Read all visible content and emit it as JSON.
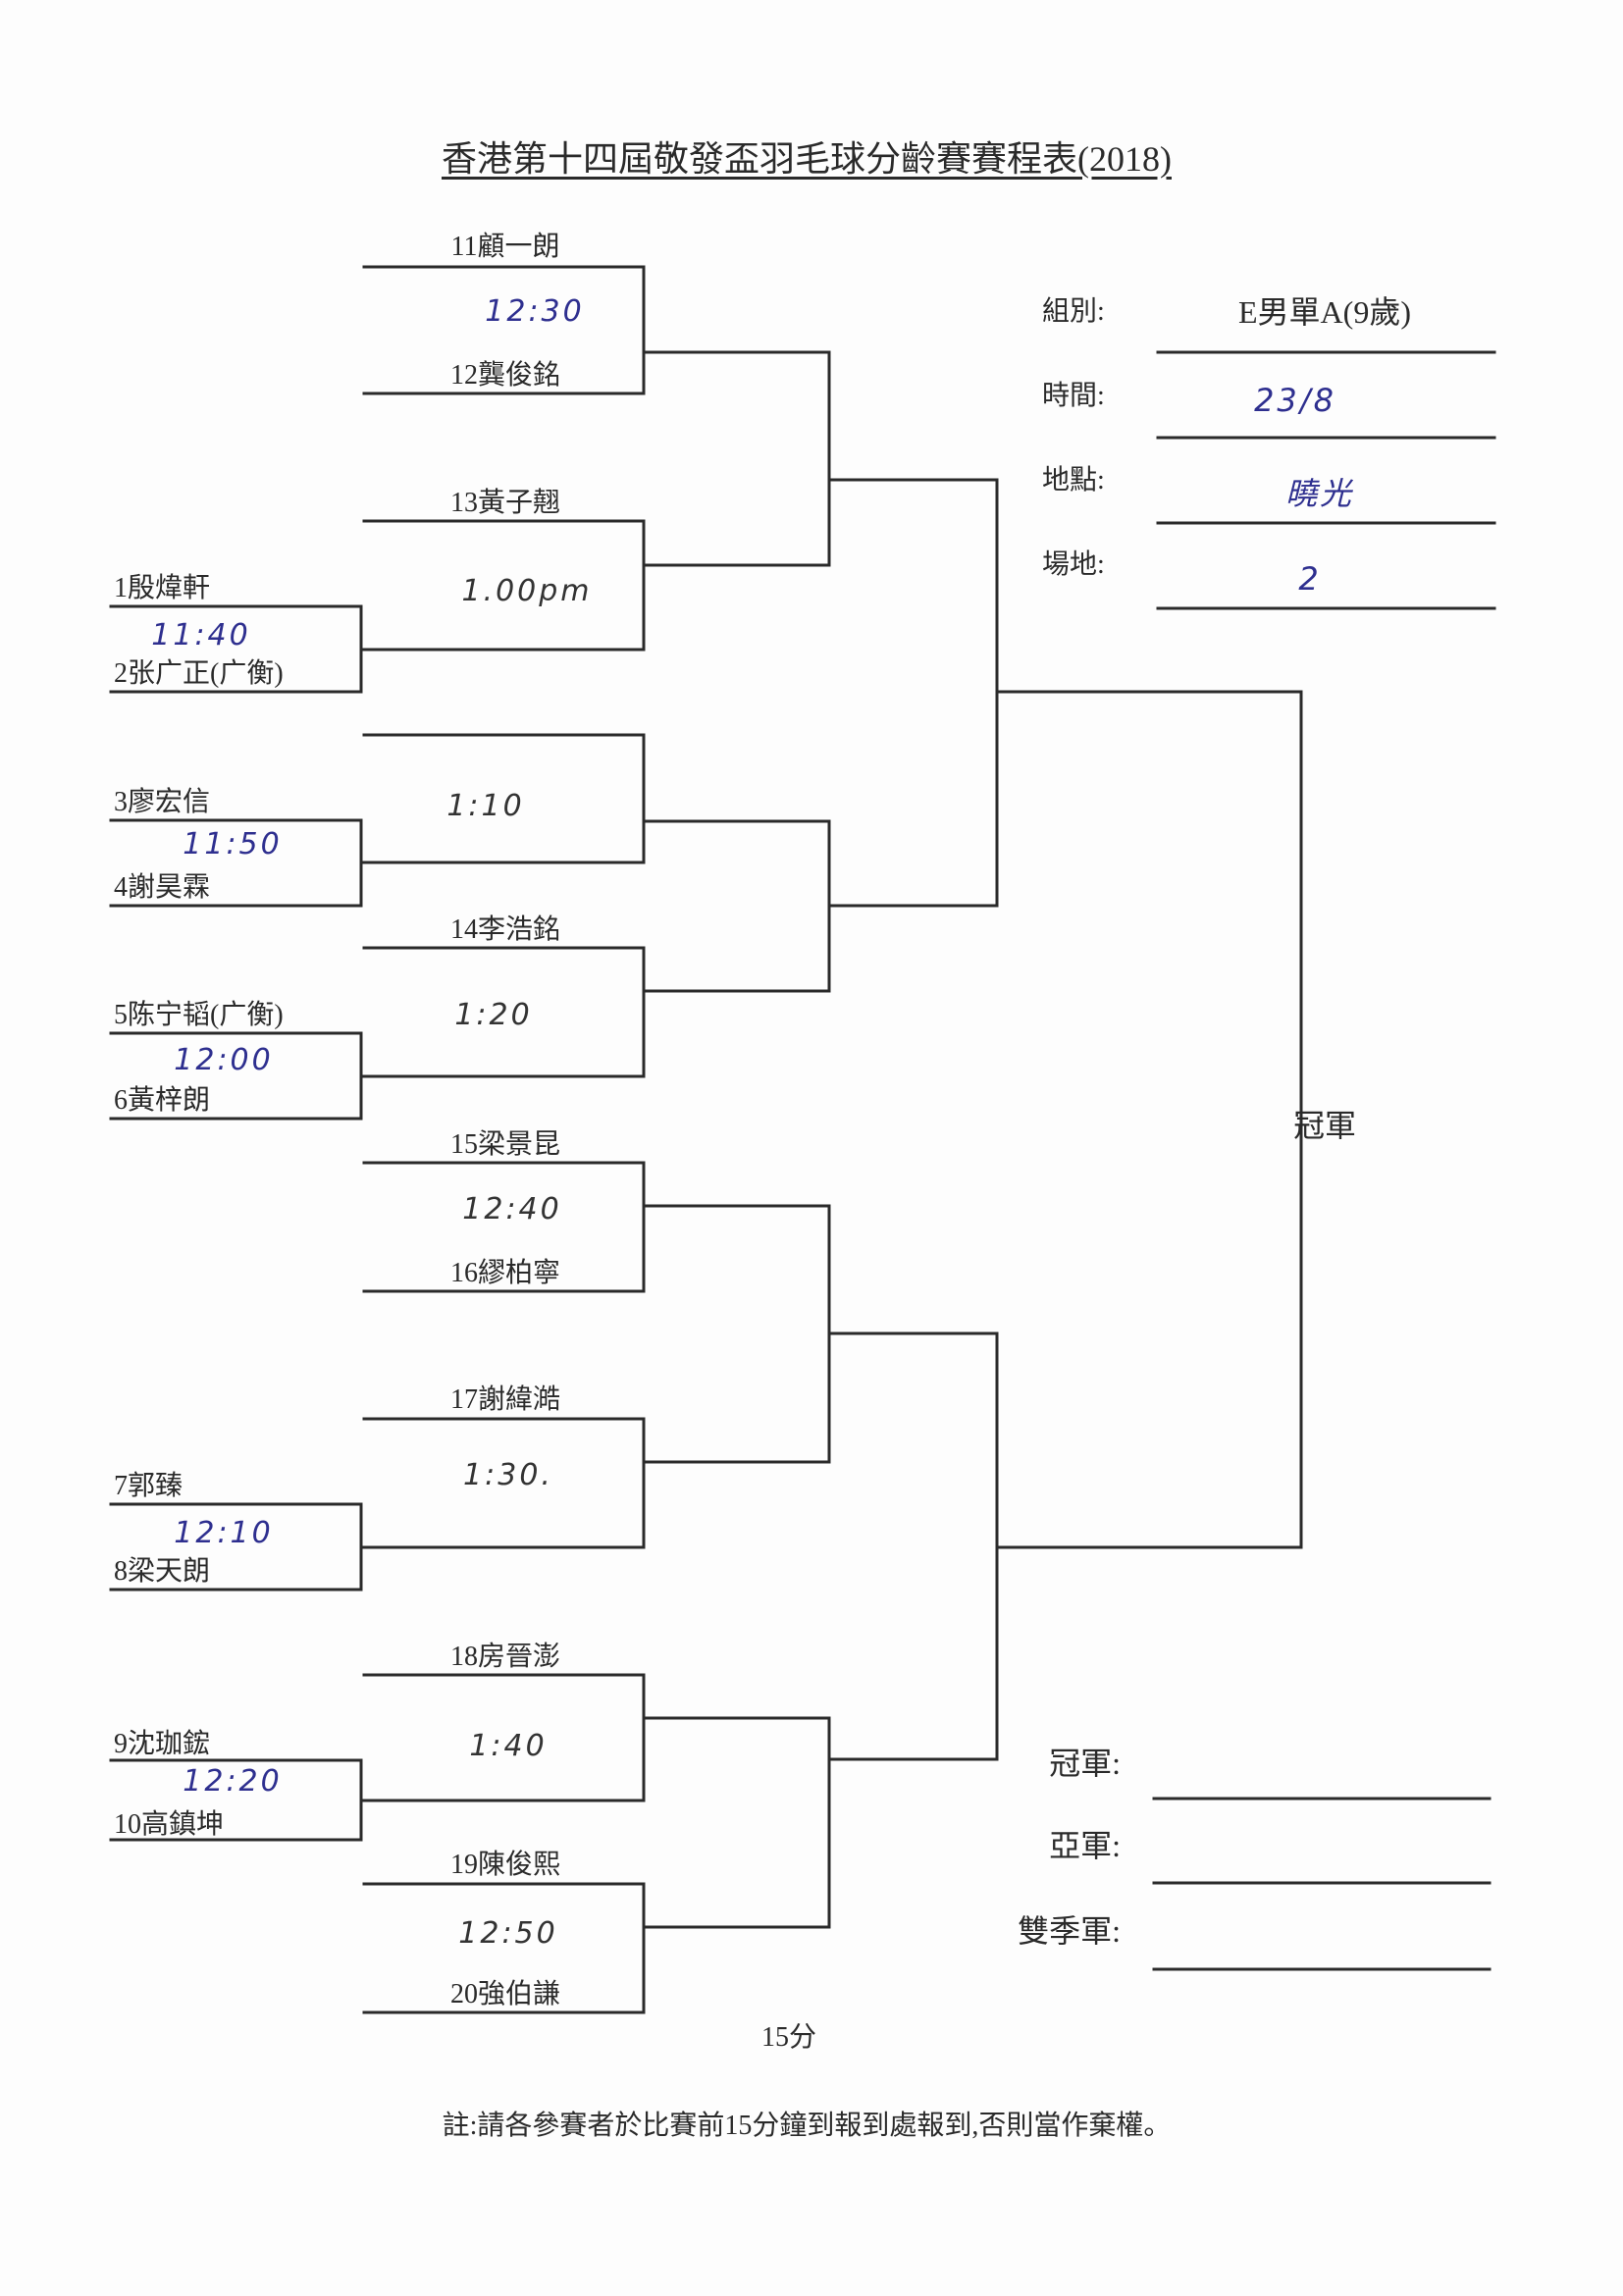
{
  "title": "香港第十四屆敬發盃羽毛球分齡賽賽程表(2018)",
  "players": {
    "p1": "1殷煒軒",
    "p2": "2张广正(广衡)",
    "p3": "3廖宏信",
    "p4": "4謝昊霖",
    "p5": "5陈宁韬(广衡)",
    "p6": "6黃梓朗",
    "p7": "7郭臻",
    "p8": "8梁天朗",
    "p9": "9沈珈鋐",
    "p10": "10高鎮坤",
    "p11": "11顧一朗",
    "p12": "12龔俊銘",
    "p13": "13黃子翹",
    "p14": "14李浩銘",
    "p15": "15梁景昆",
    "p16": "16繆柏寧",
    "p17": "17謝緯澔",
    "p18": "18房晉澎",
    "p19": "19陳俊熙",
    "p20": "20強伯謙"
  },
  "times": {
    "m11_12": "12:30",
    "m13": "1.00pm",
    "m1_2": "11:40",
    "m_blank": "1:10",
    "m3_4": "11:50",
    "m14": "1:20",
    "m5_6": "12:00",
    "m15_16": "12:40",
    "m17": "1:30.",
    "m7_8": "12:10",
    "m18": "1:40",
    "m9_10": "12:20",
    "m19_20": "12:50"
  },
  "info": {
    "group_label": "組別:",
    "group_value": "E男單A(9歲)",
    "date_label": "時間:",
    "date_value": "23/8",
    "venue_label": "地點:",
    "venue_value": "曉光",
    "court_label": "場地:",
    "court_value": "2"
  },
  "champion_slot": "冠軍",
  "results": {
    "champion_label": "冠軍:",
    "runner_up_label": "亞軍:",
    "third_label": "雙季軍:"
  },
  "duration": "15分",
  "note": "註:請各參賽者於比賽前15分鐘到報到處報到,否則當作棄權。",
  "colors": {
    "ink": "#2a2a2a",
    "blue_pen": "#2e2f8f",
    "paper": "#fdfdfd"
  }
}
